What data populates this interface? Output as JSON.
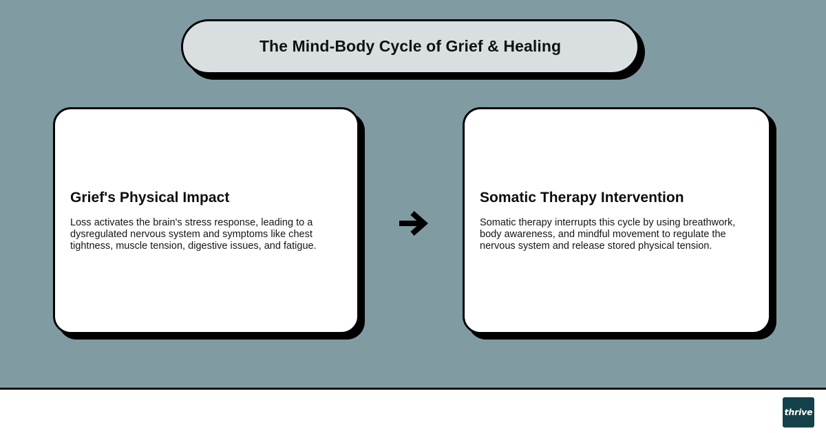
{
  "title": {
    "text": "The Mind-Body Cycle of Grief & Healing"
  },
  "cards": [
    {
      "heading": "Grief's Physical Impact",
      "body": "Loss activates the brain's stress response, leading to a dysregulated nervous system and symptoms like chest tightness, muscle tension, digestive issues, and fatigue."
    },
    {
      "heading": "Somatic Therapy Intervention",
      "body": "Somatic therapy interrupts this cycle by using breathwork, body awareness, and mindful movement to regulate the nervous system and release stored physical tension."
    }
  ],
  "connector": {
    "icon": "arrow-right-icon"
  },
  "footer": {
    "logo_text": "thrive"
  },
  "colors": {
    "background": "#809ca2",
    "title_pill": "#d9dfe1",
    "card": "#ffffff",
    "outline": "#000000",
    "logo_badge": "#14414a",
    "footer": "#ffffff"
  }
}
